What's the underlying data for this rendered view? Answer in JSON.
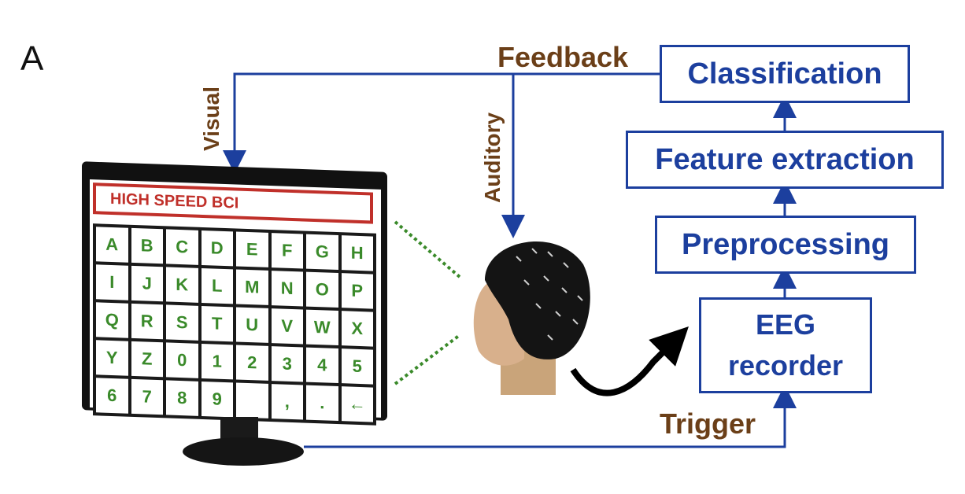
{
  "panel_label": "A",
  "boxes": {
    "classification": "Classification",
    "feature_extraction": "Feature extraction",
    "preprocessing": "Preprocessing",
    "eeg_line1": "EEG",
    "eeg_line2": "recorder"
  },
  "labels": {
    "feedback": "Feedback",
    "visual": "Visual",
    "auditory": "Auditory",
    "trigger": "Trigger"
  },
  "screen": {
    "title": "HIGH SPEED BCI",
    "keys": [
      "A",
      "B",
      "C",
      "D",
      "E",
      "F",
      "G",
      "H",
      "I",
      "J",
      "K",
      "L",
      "M",
      "N",
      "O",
      "P",
      "Q",
      "R",
      "S",
      "T",
      "U",
      "V",
      "W",
      "X",
      "Y",
      "Z",
      "0",
      "1",
      "2",
      "3",
      "4",
      "5",
      "6",
      "7",
      "8",
      "9",
      "",
      ",",
      ".",
      "←"
    ]
  },
  "colors": {
    "flow_blue": "#1c3f9e",
    "label_brown": "#6b3f18",
    "key_green": "#3a8a2a",
    "title_red": "#c0302a"
  }
}
